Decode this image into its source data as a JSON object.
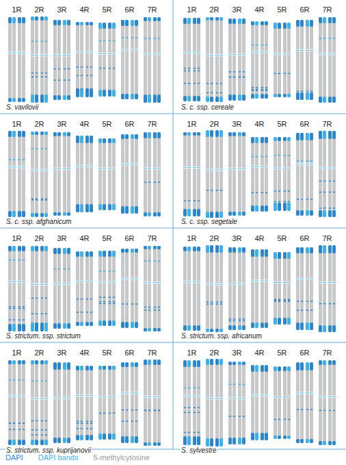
{
  "diagram": {
    "labels": [
      "1R",
      "2R",
      "3R",
      "4R",
      "5R",
      "6R",
      "7R",
      "S. vavilovii",
      "1R",
      "2R",
      "3R",
      "4R",
      "5R",
      "6R",
      "7R",
      "S. c. ssp. cereale",
      "1R",
      "2R",
      "3R",
      "4R",
      "5R",
      "6R",
      "7R",
      "S. c. ssp. afghanicum",
      "1R",
      "2R",
      "3R",
      "4R",
      "5R",
      "6R",
      "7R",
      "S. c. ssp. segetale",
      "1R",
      "2R",
      "3R",
      "4R",
      "5R",
      "6R",
      "7R",
      "S. strictum. ssp. strictum",
      "1R",
      "2R",
      "3R",
      "4R",
      "5R",
      "6R",
      "7R",
      "S. strictum. ssp. africanum",
      "1R",
      "2R",
      "3R",
      "4R",
      "5R",
      "6R",
      "7R",
      "S. strictum. ssp. kuprijanovii",
      "1R",
      "2R",
      "3R",
      "4R",
      "5R",
      "6R",
      "7R",
      "S. sylvestre"
    ],
    "legend": [
      {
        "text": "DAPI",
        "color": "#2b86d0"
      },
      {
        "text": "DAPI bands",
        "color": "#3cb0e8"
      },
      {
        "text": "5-methylcytosine",
        "color": "#9a9a9a"
      }
    ]
  }
}
